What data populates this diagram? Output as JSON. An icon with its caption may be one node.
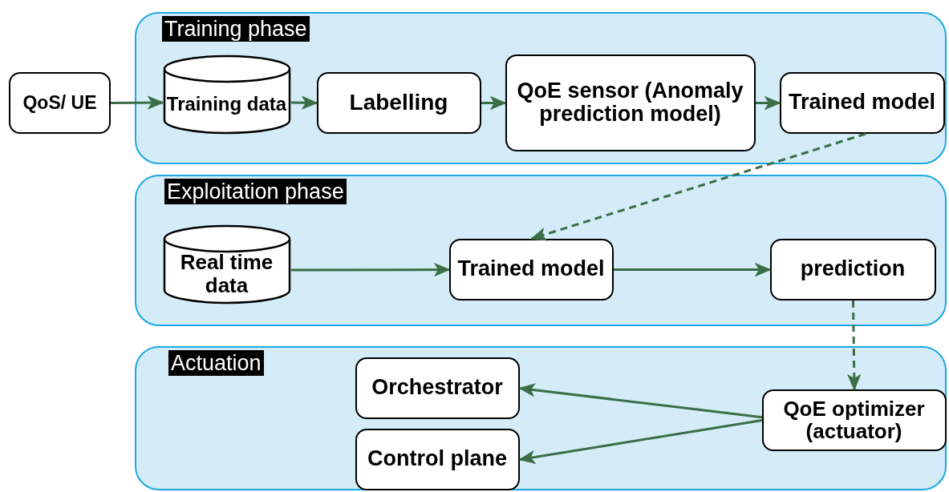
{
  "diagram": {
    "nodes": [
      {
        "text": [
          "QoS/ UE"
        ]
      },
      {
        "text": [
          "Training phase"
        ]
      },
      {
        "text": [
          "Training data"
        ],
        "in": 1
      },
      {
        "text": [
          "Labelling"
        ],
        "in": 1
      },
      {
        "text": [
          "QoE sensor (Anomaly prediction model)"
        ],
        "in": 1
      },
      {
        "text": [
          "Trained model"
        ],
        "in": 1
      },
      {
        "text": [
          "Exploitation phase"
        ]
      },
      {
        "text": [
          "Real time data"
        ],
        "in": 6
      },
      {
        "text": [
          "Trained model"
        ],
        "in": 6
      },
      {
        "text": [
          "prediction"
        ],
        "in": 6
      },
      {
        "text": [
          "Actuation"
        ]
      },
      {
        "text": [
          "Orchestrator"
        ],
        "in": 10
      },
      {
        "text": [
          "Control plane"
        ],
        "in": 10
      },
      {
        "text": [
          "QoE optimizer (actuator)"
        ],
        "in": 10
      }
    ],
    "edges": [
      {
        "from": 0,
        "to": 2,
        "arrow": "to"
      },
      {
        "from": 2,
        "to": 3,
        "arrow": "to"
      },
      {
        "from": 3,
        "to": 4,
        "arrow": "to"
      },
      {
        "from": 4,
        "to": 5,
        "arrow": "to"
      },
      {
        "from": 5,
        "to": 8,
        "arrow": "to",
        "style": "dashed"
      },
      {
        "from": 7,
        "to": 8,
        "arrow": "to"
      },
      {
        "from": 8,
        "to": 9,
        "arrow": "to"
      },
      {
        "from": 9,
        "to": 13,
        "arrow": "to",
        "style": "dashed"
      },
      {
        "from": 13,
        "to": 11,
        "arrow": "to"
      },
      {
        "from": 13,
        "to": 12,
        "arrow": "to"
      }
    ]
  }
}
